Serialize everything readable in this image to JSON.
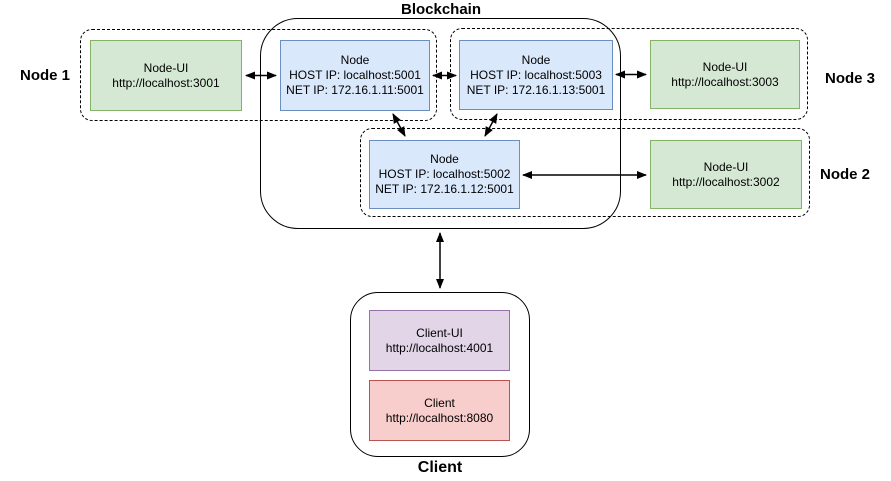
{
  "containers": {
    "blockchain": {
      "label": "Blockchain"
    },
    "client": {
      "label": "Client"
    }
  },
  "node_groups": [
    {
      "label": "Node 1",
      "ui": {
        "title": "Node-UI",
        "url": "http://localhost:3001"
      },
      "node": {
        "title": "Node",
        "host": "HOST IP: localhost:5001",
        "net": "NET IP: 172.16.1.11:5001"
      }
    },
    {
      "label": "Node 2",
      "ui": {
        "title": "Node-UI",
        "url": "http://localhost:3002"
      },
      "node": {
        "title": "Node",
        "host": "HOST IP: localhost:5002",
        "net": "NET IP: 172.16.1.12:5001"
      }
    },
    {
      "label": "Node 3",
      "ui": {
        "title": "Node-UI",
        "url": "http://localhost:3003"
      },
      "node": {
        "title": "Node",
        "host": "HOST IP: localhost:5003",
        "net": "NET IP: 172.16.1.13:5001"
      }
    }
  ],
  "client_group": {
    "ui": {
      "title": "Client-UI",
      "url": "http://localhost:4001"
    },
    "app": {
      "title": "Client",
      "url": "http://localhost:8080"
    }
  },
  "connections": [
    {
      "from": "Node-UI :3001",
      "to": "Node :5001",
      "bidirectional": true
    },
    {
      "from": "Node :5001",
      "to": "Node :5003",
      "bidirectional": true
    },
    {
      "from": "Node :5003",
      "to": "Node-UI :3003",
      "bidirectional": true
    },
    {
      "from": "Node :5002",
      "to": "Node-UI :3002",
      "bidirectional": true
    },
    {
      "from": "Node :5001",
      "to": "Node :5002",
      "bidirectional": true
    },
    {
      "from": "Node :5003",
      "to": "Node :5002",
      "bidirectional": true
    },
    {
      "from": "Blockchain",
      "to": "Client",
      "bidirectional": true
    }
  ],
  "colors": {
    "node_ui_fill": "#d5e8d4",
    "node_ui_border": "#82b366",
    "node_fill": "#dae8fc",
    "node_border": "#6c8ebf",
    "client_ui_fill": "#e1d5e7",
    "client_ui_border": "#9673a6",
    "client_fill": "#f8cecc",
    "client_border": "#b85450",
    "line": "#000000"
  }
}
